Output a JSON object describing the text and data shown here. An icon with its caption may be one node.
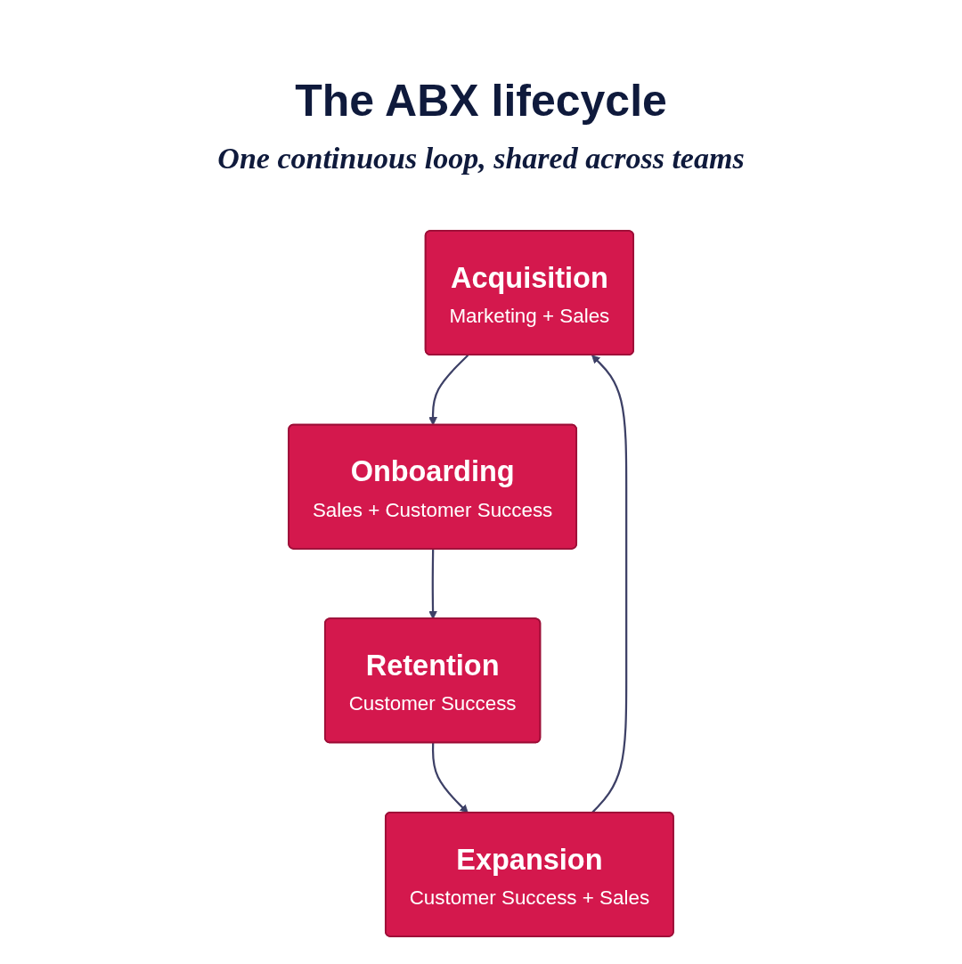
{
  "diagram": {
    "title": "The ABX lifecycle",
    "nodes": [
      {
        "text": [
          "Acquisition",
          "Marketing + Sales"
        ]
      },
      {
        "text": [
          "Expansion",
          "Customer Success + Sales"
        ]
      },
      {
        "text": [
          "Onboarding",
          "Sales + Customer Success"
        ]
      },
      {
        "text": [
          "Retention",
          "Customer Success"
        ]
      }
    ],
    "edges": [
      {
        "from": 0,
        "to": 2,
        "arrow": "to"
      },
      {
        "from": 2,
        "to": 3,
        "arrow": "to"
      },
      {
        "from": 3,
        "to": 1,
        "arrow": "to"
      },
      {
        "from": 1,
        "to": 0,
        "arrow": "to"
      }
    ],
    "labels": [
      "One continuous loop, shared across teams"
    ]
  }
}
